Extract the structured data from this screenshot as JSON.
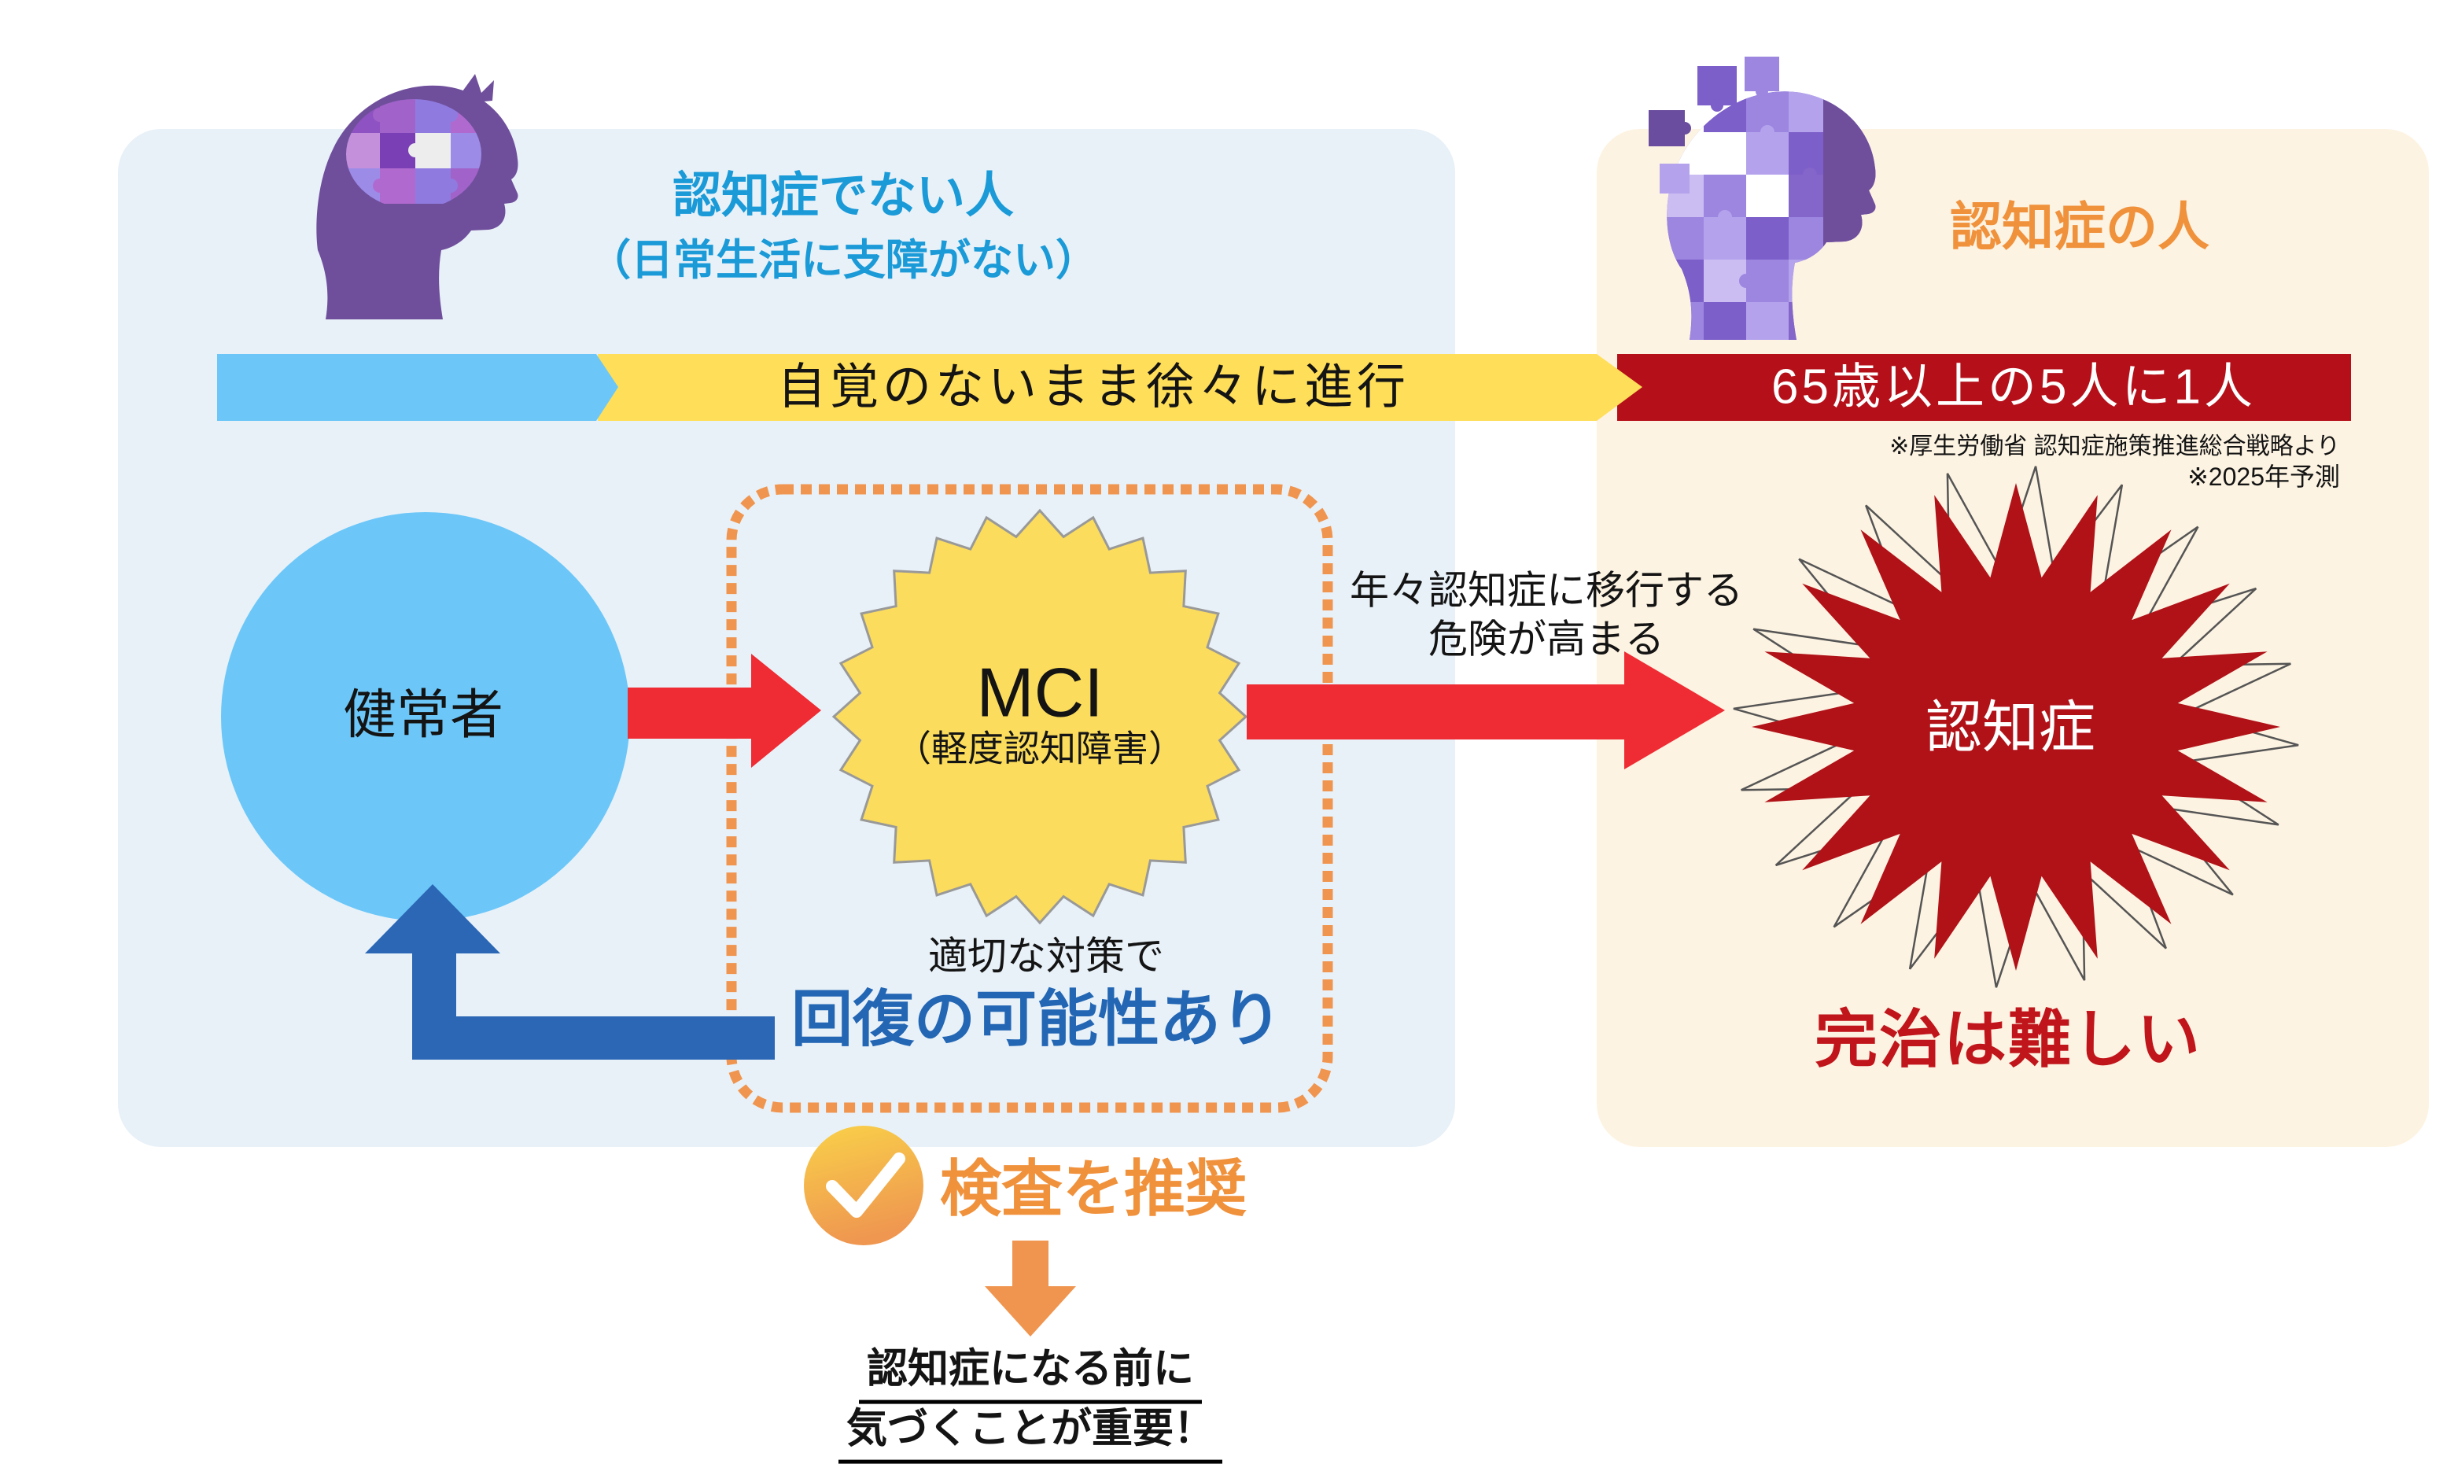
{
  "left_panel": {
    "title_line1": "認知症でない人",
    "title_line2": "（日常生活に支障がない）",
    "healthy_circle_label": "健常者",
    "mci_star": {
      "title": "MCI",
      "subtitle": "（軽度認知障害）"
    },
    "recovery": {
      "line1": "適切な対策で",
      "line2": "回復の可能性あり"
    }
  },
  "right_panel": {
    "title": "認知症の人",
    "dementia_star_label": "認知症",
    "note": "完治は難しい"
  },
  "progress_bar": {
    "gradual_label": "自覚のないまま徐々に進行",
    "stat_label": "65歳以上の5人に1人"
  },
  "footnotes": {
    "source": "※厚生労働省 認知症施策推進総合戦略より",
    "forecast": "※2025年予測"
  },
  "transition": {
    "line1": "年々認知症に移行する",
    "line2": "危険が高まる"
  },
  "recommendation": {
    "label": "検査を推奨",
    "conclusion_line1": "認知症になる前に",
    "conclusion_line2": "気づくことが重要！"
  },
  "icons": {
    "left_head": "brain-puzzle-head-icon",
    "right_head": "dementia-puzzle-head-icon",
    "check": "checkmark-icon",
    "down_arrow": "down-arrow-icon"
  },
  "colors": {
    "panel_left_bg": "#E8F1F8",
    "panel_right_bg": "#FDF3E2",
    "bar_blue": "#6CC7F8",
    "bar_yellow": "#FFDE59",
    "bar_red": "#B5101A",
    "arrow_red": "#EF2B33",
    "arrow_blue": "#2B67B5",
    "dotted_orange": "#F0954F",
    "title_blue": "#1B9AD8",
    "title_orange": "#F0913C",
    "recovery_blue": "#2366B4",
    "incurable_red": "#C0151B",
    "star_yellow": "#FBDC5C",
    "star_red": "#B01218"
  }
}
